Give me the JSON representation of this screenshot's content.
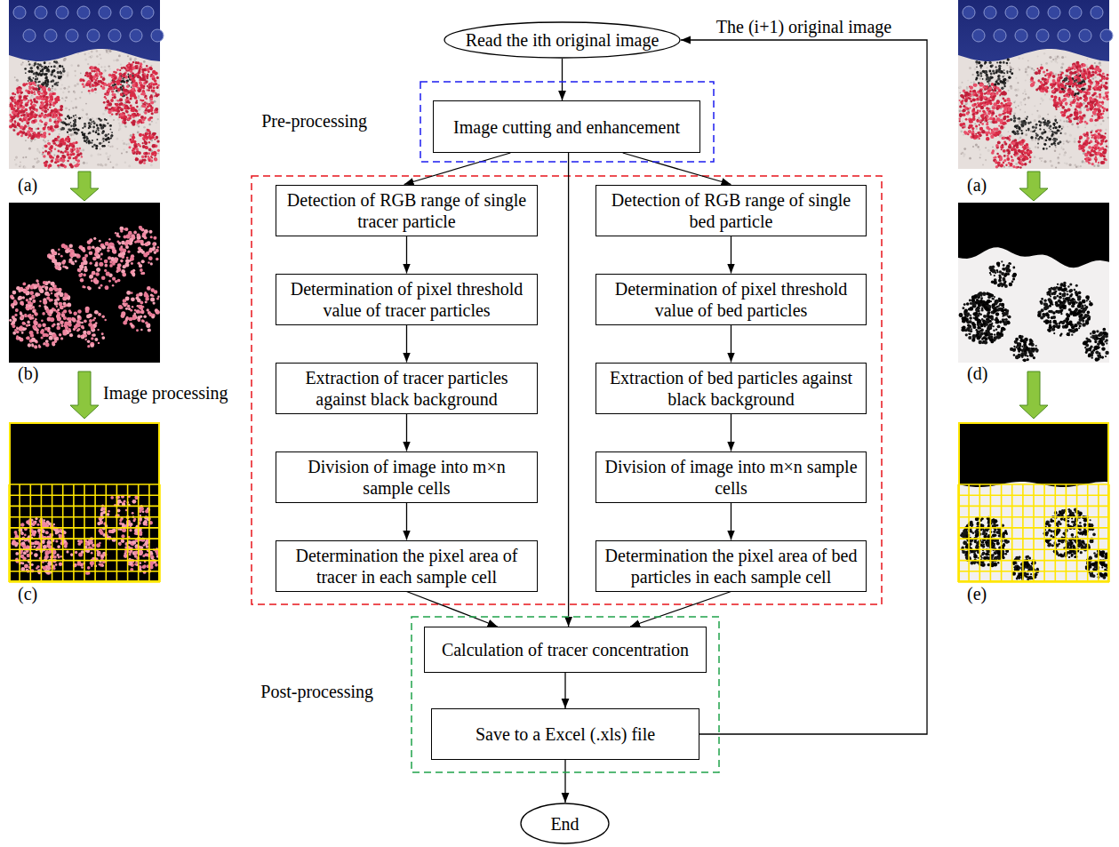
{
  "diagram": {
    "nodes": [
      {
        "text": [
          "Read the ith original image"
        ]
      },
      {
        "text": [
          "Pre-processing"
        ]
      },
      {
        "text": [
          "Image cutting and enhancement"
        ],
        "in": 1
      },
      {
        "text": [
          "Detection of RGB range of single tracer particle"
        ]
      },
      {
        "text": [
          "Determination of pixel threshold value of tracer particles"
        ]
      },
      {
        "text": [
          "Extraction of tracer particles against black background"
        ]
      },
      {
        "text": [
          "Division of image into m×n sample cells"
        ]
      },
      {
        "text": [
          "Determination the pixel area of tracer in each sample cell"
        ]
      },
      {
        "text": [
          "Detection of RGB range of single bed particle"
        ]
      },
      {
        "text": [
          "Determination of pixel threshold value of bed particles"
        ]
      },
      {
        "text": [
          "Extraction of bed particles against black background"
        ]
      },
      {
        "text": [
          "Division of image into m×n sample cells"
        ]
      },
      {
        "text": [
          "Determination the pixel area of bed particles in each sample cell"
        ]
      },
      {
        "text": [
          "Post-processing"
        ]
      },
      {
        "text": [
          "Calculation of tracer concentration"
        ],
        "in": 13
      },
      {
        "text": [
          "Save to a Excel (.xls) file"
        ],
        "in": 13
      },
      {
        "text": [
          "End"
        ]
      }
    ],
    "edges": [
      {
        "from": 0,
        "to": 2,
        "arrow": "to"
      },
      {
        "from": 2,
        "to": 3,
        "arrow": "to"
      },
      {
        "from": 2,
        "to": 8,
        "arrow": "to"
      },
      {
        "from": 2,
        "to": 14,
        "arrow": "to"
      },
      {
        "from": 3,
        "to": 4,
        "arrow": "to"
      },
      {
        "from": 4,
        "to": 5,
        "arrow": "to"
      },
      {
        "from": 5,
        "to": 6,
        "arrow": "to"
      },
      {
        "from": 6,
        "to": 7,
        "arrow": "to"
      },
      {
        "from": 8,
        "to": 9,
        "arrow": "to"
      },
      {
        "from": 9,
        "to": 10,
        "arrow": "to"
      },
      {
        "from": 10,
        "to": 11,
        "arrow": "to"
      },
      {
        "from": 11,
        "to": 12,
        "arrow": "to"
      },
      {
        "from": 7,
        "to": 14,
        "arrow": "to"
      },
      {
        "from": 12,
        "to": 14,
        "arrow": "to"
      },
      {
        "from": 14,
        "to": 15,
        "arrow": "to"
      },
      {
        "from": 15,
        "to": 16,
        "arrow": "to"
      },
      {
        "from": 15,
        "to": 0,
        "label": "The (i+1) original image",
        "arrow": "to"
      }
    ],
    "labels": [
      "(a)",
      "(b)",
      "(c)",
      "Image processing",
      "(a)",
      "(d)",
      "(e)"
    ]
  }
}
